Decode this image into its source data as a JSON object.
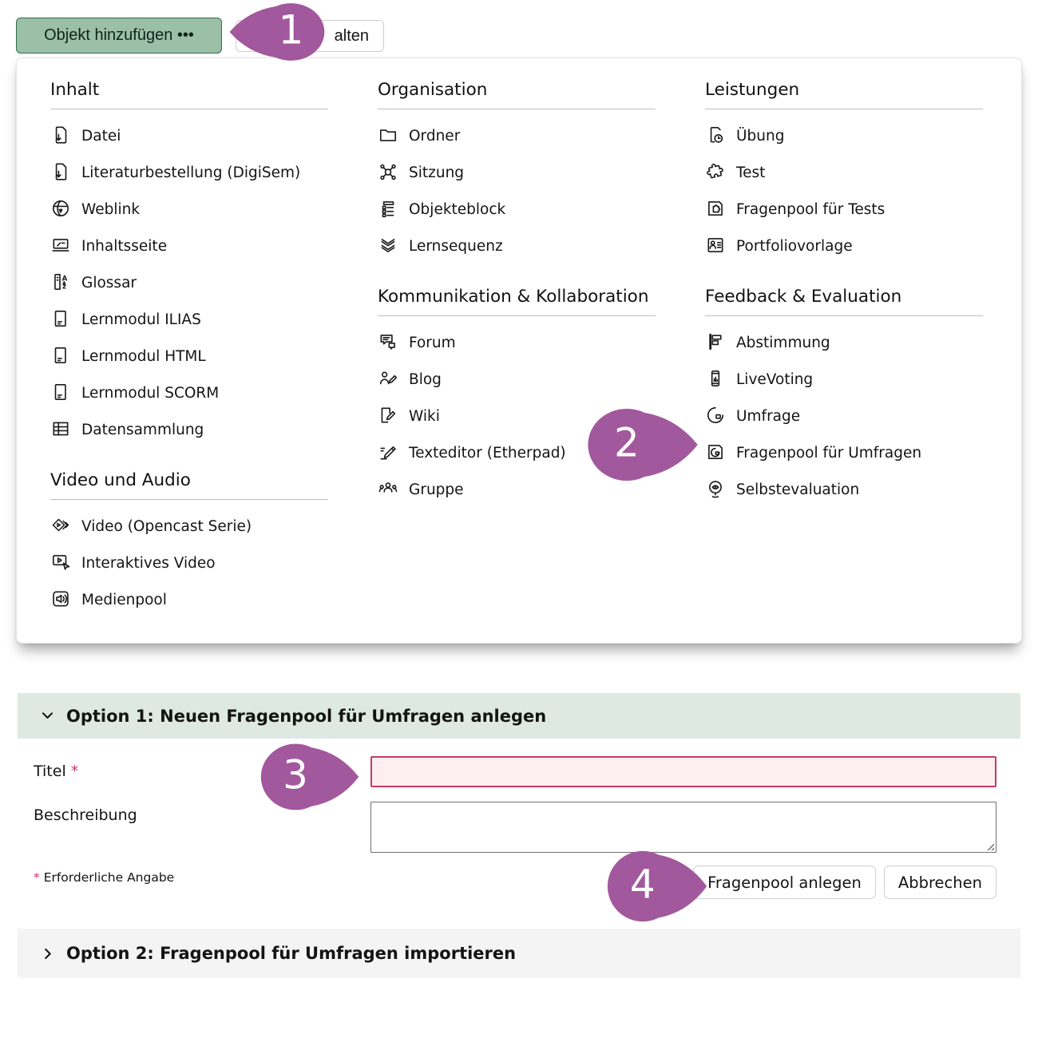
{
  "toolbar": {
    "add_object_label": "Objekt hinzufügen •••",
    "partial_button_label": "alten"
  },
  "menu": {
    "columns": [
      {
        "sections": [
          {
            "title": "Inhalt",
            "items": [
              {
                "icon": "file-download-icon",
                "label": "Datei"
              },
              {
                "icon": "file-download-icon",
                "label": "Literaturbestellung (DigiSem)"
              },
              {
                "icon": "globe-icon",
                "label": "Weblink"
              },
              {
                "icon": "content-page-icon",
                "label": "Inhaltsseite"
              },
              {
                "icon": "glossary-icon",
                "label": "Glossar"
              },
              {
                "icon": "learning-module-icon",
                "label": "Lernmodul ILIAS"
              },
              {
                "icon": "learning-module-icon",
                "label": "Lernmodul HTML"
              },
              {
                "icon": "learning-module-icon",
                "label": "Lernmodul SCORM"
              },
              {
                "icon": "data-table-icon",
                "label": "Datensammlung"
              }
            ]
          },
          {
            "title": "Video und Audio",
            "items": [
              {
                "icon": "opencast-video-icon",
                "label": "Video (Opencast Serie)"
              },
              {
                "icon": "interactive-video-icon",
                "label": "Interaktives Video"
              },
              {
                "icon": "media-pool-icon",
                "label": "Medienpool"
              }
            ]
          }
        ]
      },
      {
        "sections": [
          {
            "title": "Organisation",
            "items": [
              {
                "icon": "folder-icon",
                "label": "Ordner"
              },
              {
                "icon": "session-icon",
                "label": "Sitzung"
              },
              {
                "icon": "item-group-icon",
                "label": "Objekteblock"
              },
              {
                "icon": "learning-sequence-icon",
                "label": "Lernsequenz"
              }
            ]
          },
          {
            "title": "Kommunikation & Kollaboration",
            "items": [
              {
                "icon": "forum-icon",
                "label": "Forum"
              },
              {
                "icon": "blog-icon",
                "label": "Blog"
              },
              {
                "icon": "wiki-icon",
                "label": "Wiki"
              },
              {
                "icon": "etherpad-icon",
                "label": "Texteditor (Etherpad)"
              },
              {
                "icon": "group-icon",
                "label": "Gruppe"
              }
            ]
          }
        ]
      },
      {
        "sections": [
          {
            "title": "Leistungen",
            "items": [
              {
                "icon": "exercise-icon",
                "label": "Übung"
              },
              {
                "icon": "test-icon",
                "label": "Test"
              },
              {
                "icon": "questionpool-test-icon",
                "label": "Fragenpool für Tests"
              },
              {
                "icon": "portfolio-template-icon",
                "label": "Portfoliovorlage"
              }
            ]
          },
          {
            "title": "Feedback & Evaluation",
            "items": [
              {
                "icon": "poll-icon",
                "label": "Abstimmung"
              },
              {
                "icon": "live-voting-icon",
                "label": "LiveVoting"
              },
              {
                "icon": "survey-icon",
                "label": "Umfrage"
              },
              {
                "icon": "questionpool-survey-icon",
                "label": "Fragenpool für Umfragen"
              },
              {
                "icon": "self-evaluation-icon",
                "label": "Selbstevaluation"
              }
            ]
          }
        ]
      }
    ]
  },
  "callouts": [
    {
      "number": "1"
    },
    {
      "number": "2"
    },
    {
      "number": "3"
    },
    {
      "number": "4"
    }
  ],
  "form": {
    "option1_title": "Option 1: Neuen Fragenpool für Umfragen anlegen",
    "title_label": "Titel",
    "required_asterisk": "*",
    "title_value": "",
    "description_label": "Beschreibung",
    "description_value": "",
    "required_note": "Erforderliche Angabe",
    "create_button_label": "Fragenpool anlegen",
    "cancel_button_label": "Abbrechen",
    "option2_title": "Option 2: Fragenpool für Umfragen importieren"
  },
  "colors": {
    "callout_purple": "#a2589d",
    "add_button_green": "#9cbfa7",
    "add_button_border": "#2f6c4f",
    "error_field_bg": "#fceef1",
    "error_field_border": "#c63b60",
    "required_pink": "#d6336c",
    "option1_bar_bg": "#dfe9e3",
    "option2_bar_bg": "#f4f4f5"
  }
}
